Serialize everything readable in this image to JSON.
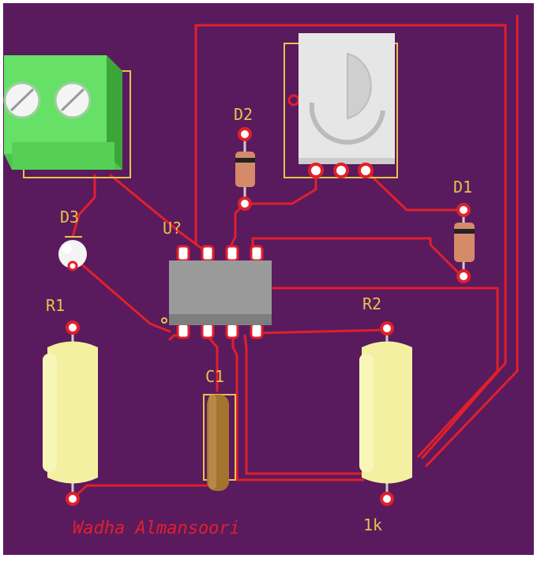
{
  "colors": {
    "board": "#5a1a5e",
    "board_edge": "#ffffff",
    "trace": "#e0202a",
    "pad": "#e0202a",
    "silk": "#e8c34a",
    "author": "#e0202a",
    "terminal": "#66e066",
    "resistor": "#f3f0a2",
    "ic": "#9a9a9a",
    "pot": "#e2e2e2",
    "capacitor": "#a4742e",
    "diode": "#d58a6a"
  },
  "labels": {
    "d1": "D1",
    "d2": "D2",
    "d3": "D3",
    "u": "U?",
    "r1": "R1",
    "r2": "R2",
    "c1": "C1",
    "r2_value": "1k"
  },
  "author": "Wadha Almansoori"
}
